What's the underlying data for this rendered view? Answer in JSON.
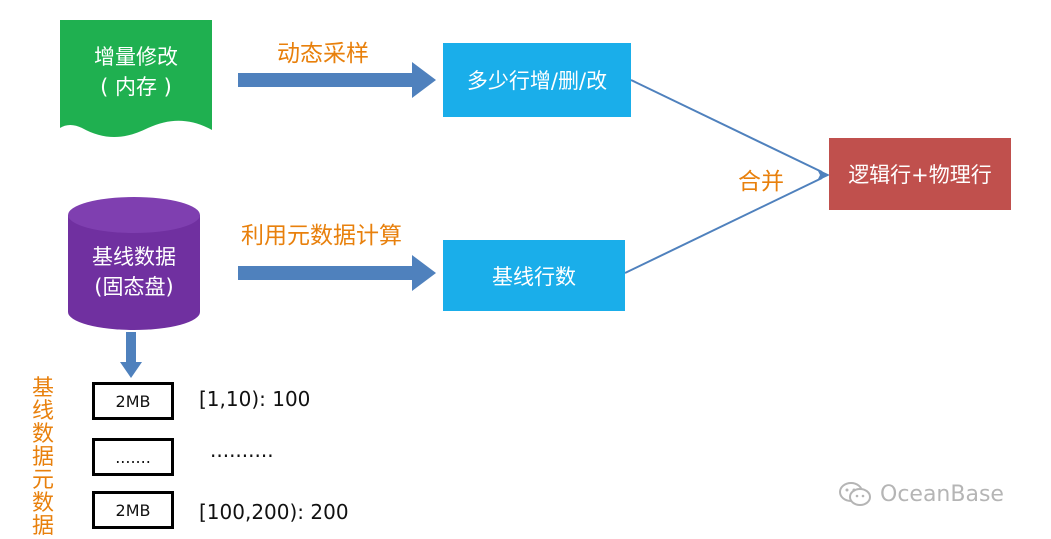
{
  "nodes": {
    "incremental": {
      "line1": "增量修改",
      "line2": "( 内存 )"
    },
    "baseline": {
      "line1": "基线数据",
      "line2": "(固态盘)"
    },
    "row_changes": "多少行增/删/改",
    "baseline_rows": "基线行数",
    "result": "逻辑行+物理行"
  },
  "edge_labels": {
    "dynamic_sampling": "动态采样",
    "metadata_calc": "利用元数据计算",
    "merge": "合并"
  },
  "metadata": {
    "side_label": [
      "基",
      "线",
      "数",
      "据",
      "元",
      "数",
      "据"
    ],
    "blocks": [
      {
        "box": "2MB",
        "range": "[1,10): 100"
      },
      {
        "box": ".......",
        "range": ".........."
      },
      {
        "box": "2MB",
        "range": "[100,200): 200"
      }
    ]
  },
  "watermark": "OceanBase",
  "colors": {
    "green": "#1fb050",
    "purple": "#7030a0",
    "blue": "#1aaeea",
    "red": "#c0504d",
    "arrow": "#4f81bd",
    "orange": "#e8800c"
  }
}
